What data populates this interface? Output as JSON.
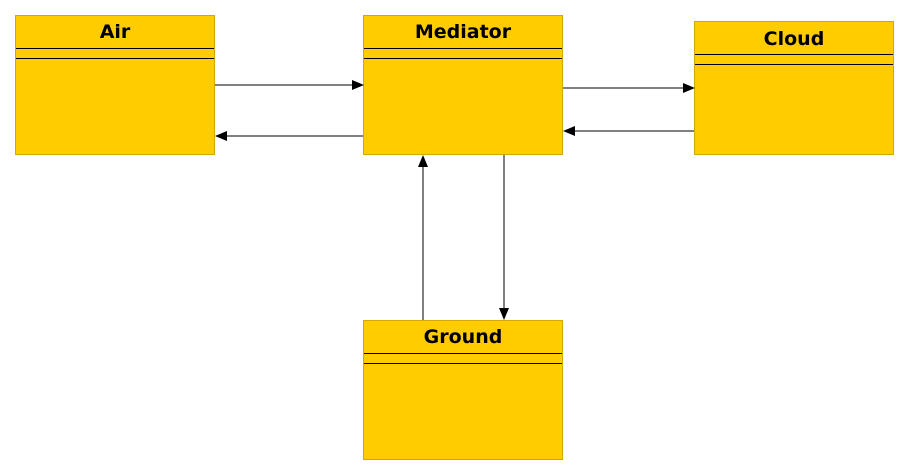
{
  "diagram": {
    "classes": {
      "air": {
        "name": "Air"
      },
      "mediator": {
        "name": "Mediator"
      },
      "cloud": {
        "name": "Cloud"
      },
      "ground": {
        "name": "Ground"
      }
    },
    "colors": {
      "class_fill": "#ffcc00",
      "class_border": "#d4a800",
      "line": "#000000"
    }
  }
}
